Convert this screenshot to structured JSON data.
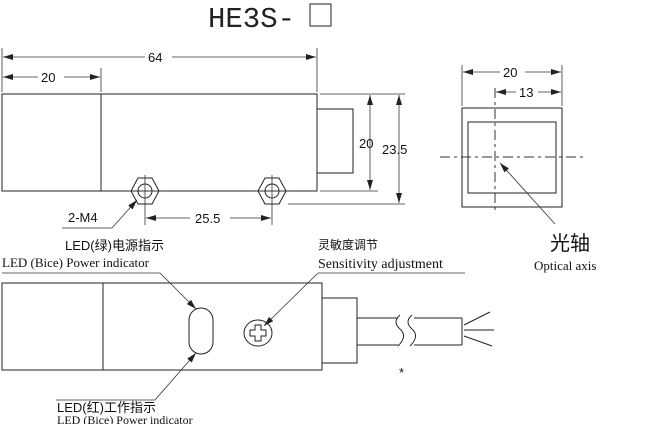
{
  "title": {
    "model": "HE3S-"
  },
  "side_view": {
    "dim_length": "64",
    "dim_head": "20",
    "dim_height_body": "20",
    "dim_height_total": "23.5",
    "dim_hole_spacing": "25.5",
    "hole_label": "2-M4"
  },
  "front_view": {
    "dim_width": "20",
    "dim_axis_offset": "13",
    "axis_label_cn": "光轴",
    "axis_label_en": "Optical axis"
  },
  "top_view": {
    "power_led_cn": "LED(绿)电源指示",
    "power_led_en": "LED  (Bice) Power indicator",
    "sensitivity_cn": "灵敏度调节",
    "sensitivity_en": "Sensitivity adjustment",
    "work_led_cn": "LED(红)工作指示",
    "work_led_en": "LED  (Bice) Power indicator",
    "cable_note": "*"
  }
}
